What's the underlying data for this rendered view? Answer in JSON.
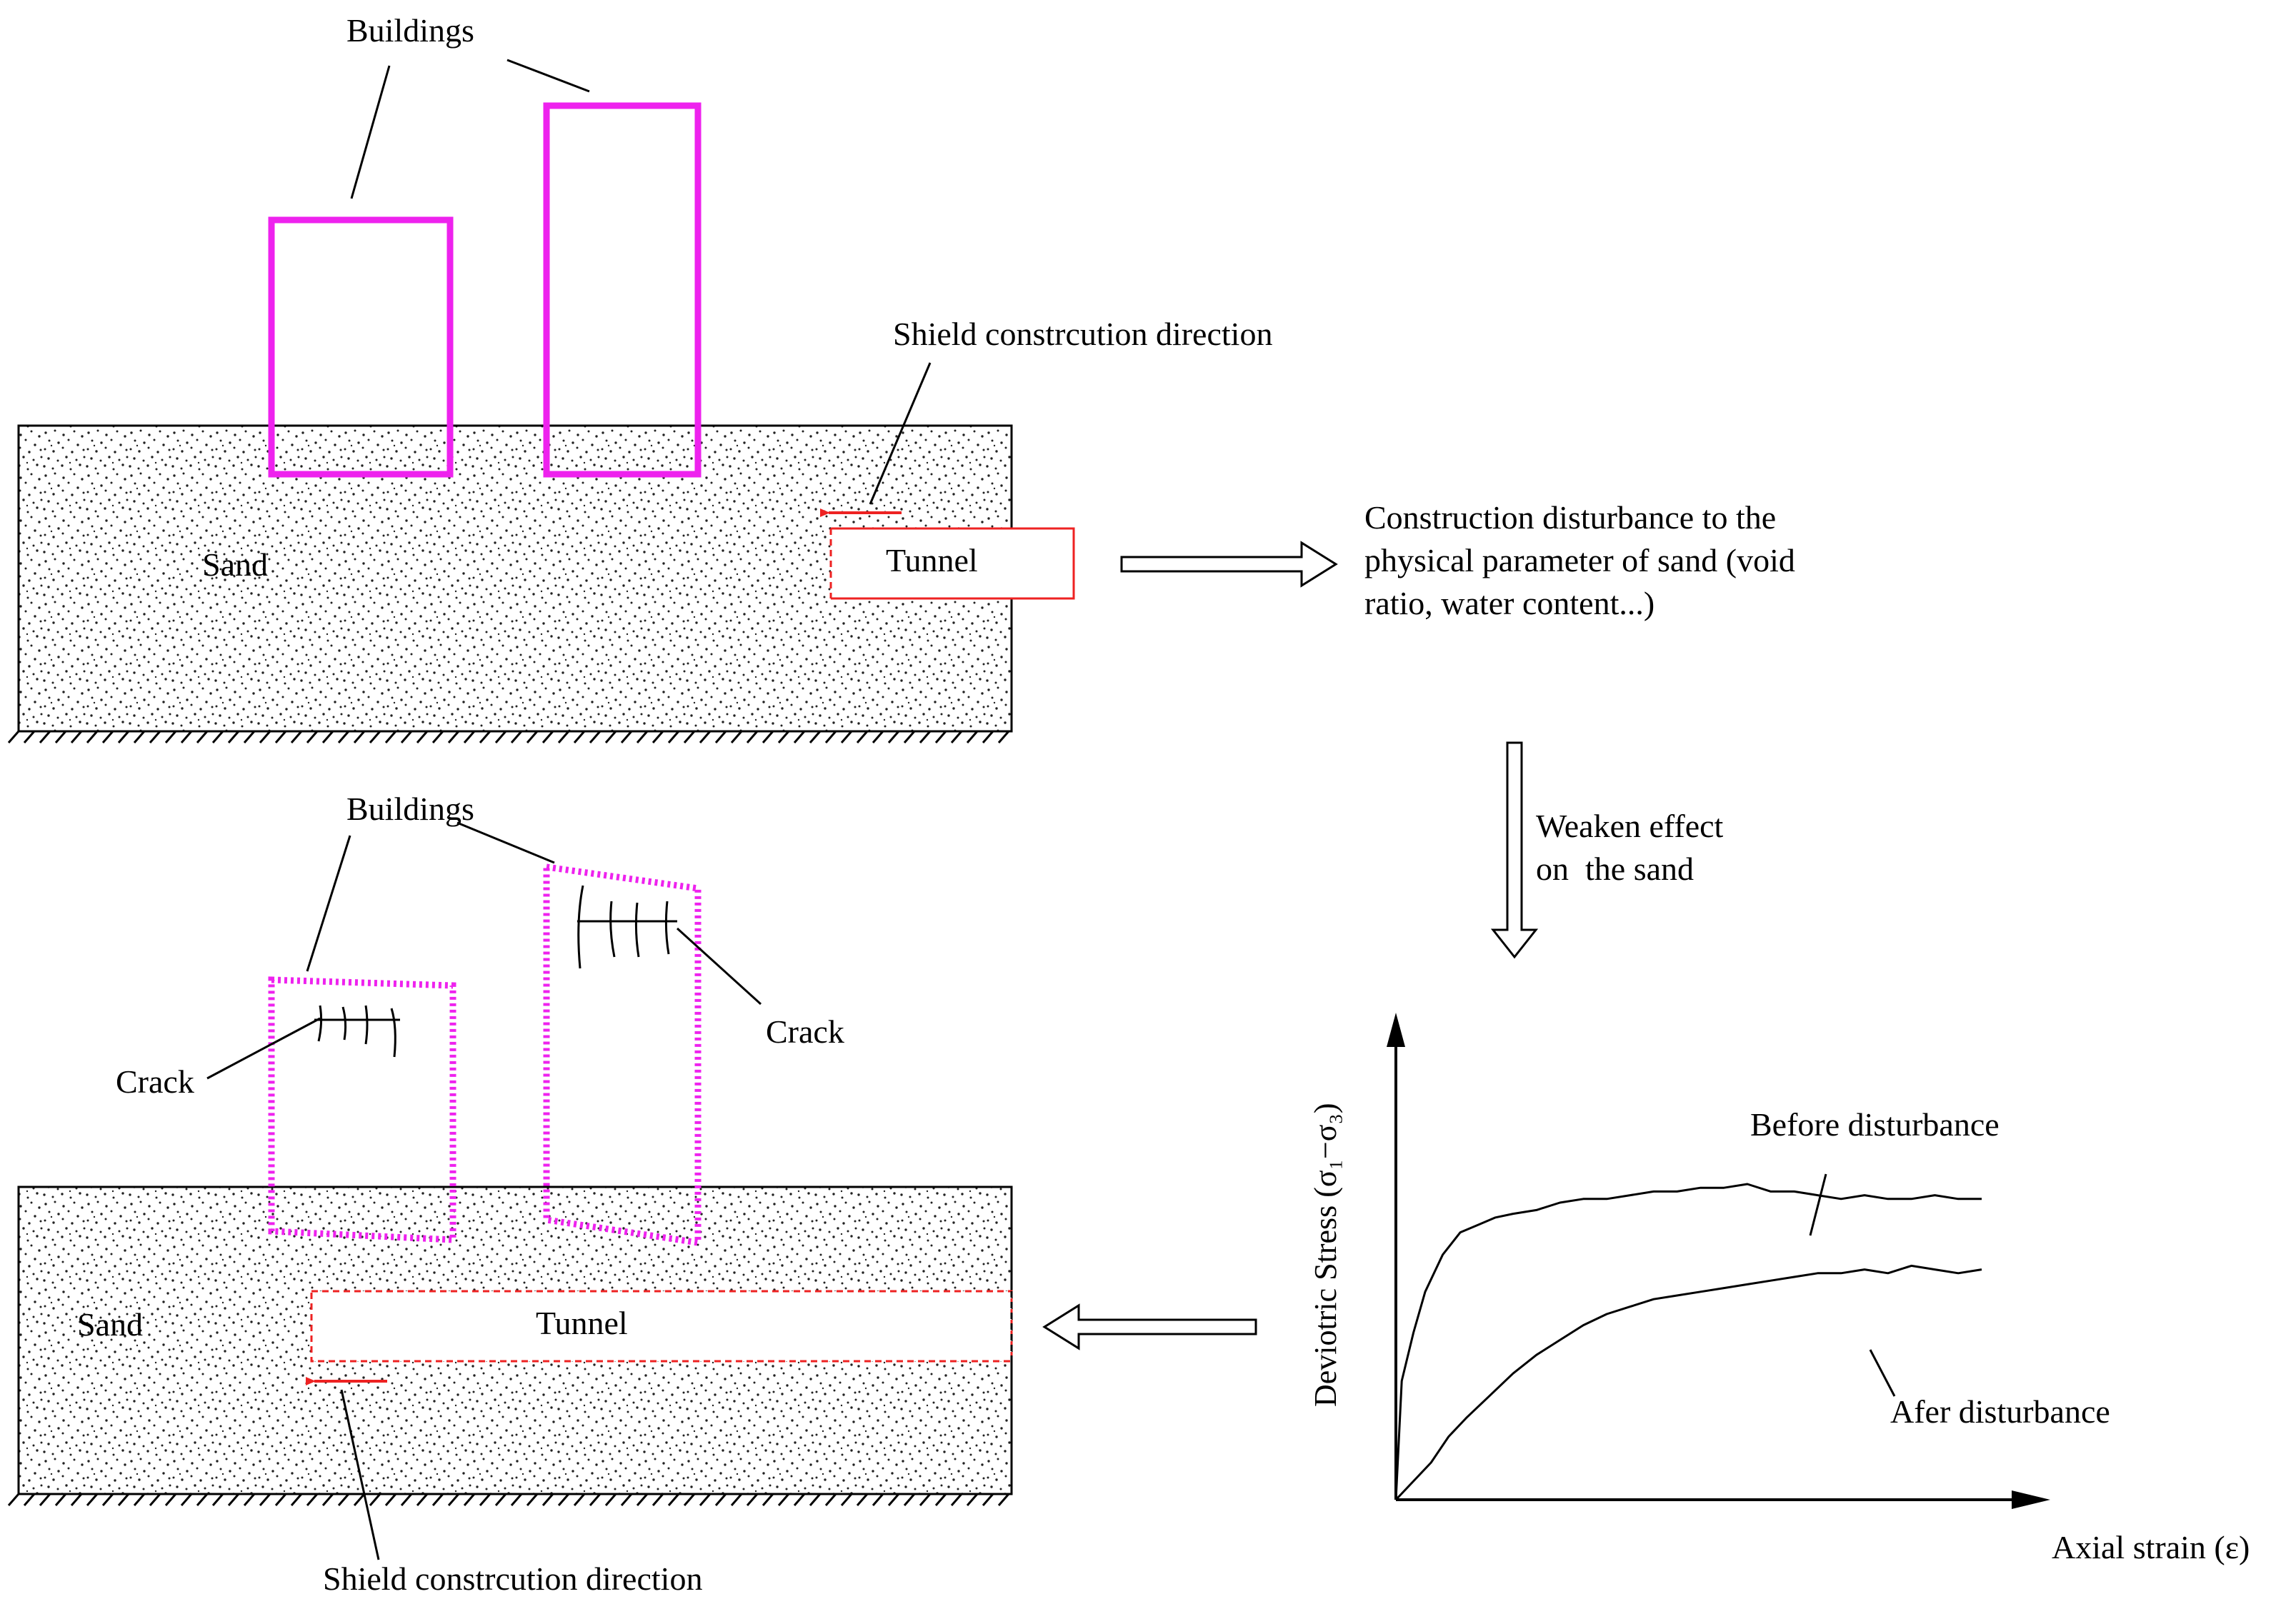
{
  "diagram": {
    "top_scene": {
      "buildings_label": "Buildings",
      "shield_label": "Shield constrcution direction",
      "sand_label": "Sand",
      "tunnel_label": "Tunnel"
    },
    "bottom_scene": {
      "buildings_label": "Buildings",
      "crack_left_label": "Crack",
      "crack_right_label": "Crack",
      "sand_label": "Sand",
      "tunnel_label": "Tunnel",
      "shield_label": "Shield constrcution direction"
    },
    "disturbance_note": [
      "Construction disturbance to the",
      "physical parameter of sand (void",
      "ratio, water content...)"
    ],
    "weaken_note": [
      "Weaken effect",
      "on  the sand"
    ],
    "colors": {
      "building": "#ee22ee",
      "tunnel_outline": "#ee2222",
      "shield_arrow": "#ee2222",
      "ink": "#000000"
    }
  },
  "chart_data": {
    "type": "line",
    "ylabel": "Deviotric Stress (σ₁−σ₃)",
    "xlabel": "Axial strain (ε)",
    "ticks": "none",
    "series": [
      {
        "name": "Before disturbance",
        "x": [
          0,
          0.01,
          0.03,
          0.05,
          0.08,
          0.11,
          0.14,
          0.17,
          0.2,
          0.24,
          0.28,
          0.32,
          0.36,
          0.4,
          0.44,
          0.48,
          0.52,
          0.56,
          0.6,
          0.64,
          0.68,
          0.72,
          0.76,
          0.8,
          0.84,
          0.88,
          0.92,
          0.96,
          1.0
        ],
        "y": [
          0,
          0.32,
          0.45,
          0.56,
          0.66,
          0.72,
          0.74,
          0.76,
          0.77,
          0.78,
          0.8,
          0.81,
          0.81,
          0.82,
          0.83,
          0.83,
          0.84,
          0.84,
          0.85,
          0.83,
          0.83,
          0.82,
          0.81,
          0.82,
          0.81,
          0.81,
          0.82,
          0.81,
          0.81
        ]
      },
      {
        "name": "Afer disturbance",
        "x": [
          0,
          0.03,
          0.06,
          0.09,
          0.12,
          0.16,
          0.2,
          0.24,
          0.28,
          0.32,
          0.36,
          0.4,
          0.44,
          0.48,
          0.52,
          0.56,
          0.6,
          0.64,
          0.68,
          0.72,
          0.76,
          0.8,
          0.84,
          0.88,
          0.92,
          0.96,
          1.0
        ],
        "y": [
          0,
          0.05,
          0.1,
          0.17,
          0.22,
          0.28,
          0.34,
          0.39,
          0.43,
          0.47,
          0.5,
          0.52,
          0.54,
          0.55,
          0.56,
          0.57,
          0.58,
          0.59,
          0.6,
          0.61,
          0.61,
          0.62,
          0.61,
          0.63,
          0.62,
          0.61,
          0.62
        ]
      }
    ]
  }
}
